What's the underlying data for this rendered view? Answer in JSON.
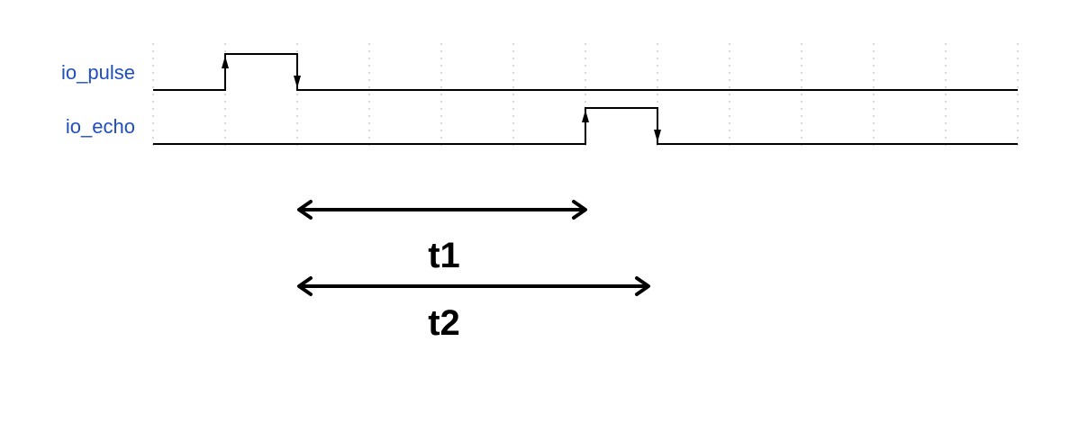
{
  "signals": [
    {
      "name": "io_pulse",
      "rise_tick": 1,
      "fall_tick": 2
    },
    {
      "name": "io_echo",
      "rise_tick": 6,
      "fall_tick": 7
    }
  ],
  "grid_ticks": 13,
  "intervals": [
    {
      "label": "t1",
      "from_tick": 2,
      "to_tick": 6
    },
    {
      "label": "t2",
      "from_tick": 2,
      "to_tick": 7
    }
  ],
  "colors": {
    "signal_label": "#1f4fbf",
    "waveform": "#000000",
    "grid": "#b5b5b5"
  }
}
